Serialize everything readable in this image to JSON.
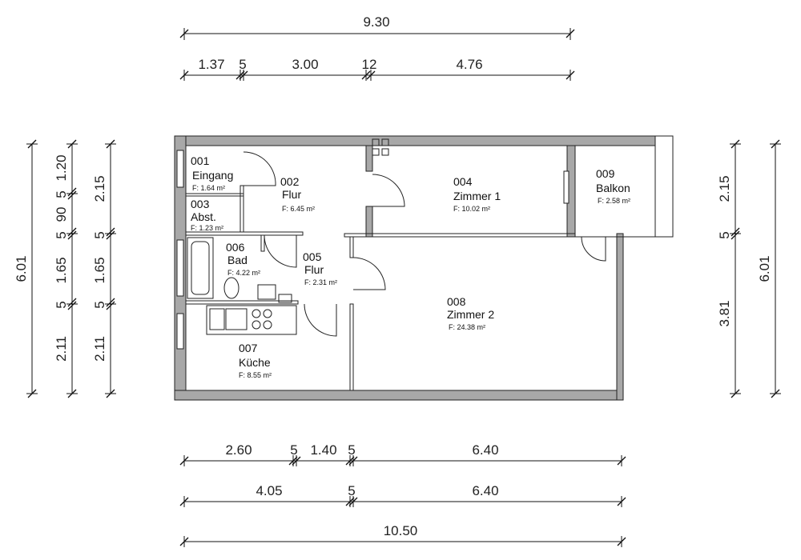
{
  "dimensions": {
    "top_total": "9.30",
    "top_segments": [
      "1.37",
      "5",
      "3.00",
      "12",
      "4.76"
    ],
    "bottom_row1": [
      "2.60",
      "5",
      "1.40",
      "5",
      "6.40"
    ],
    "bottom_row2": [
      "4.05",
      "5",
      "6.40"
    ],
    "bottom_total": "10.50",
    "left_total": "6.01",
    "left_col2": [
      "1.20",
      "5",
      "90",
      "5",
      "1.65",
      "5",
      "2.11"
    ],
    "left_col3": [
      "2.15",
      "5",
      "1.65",
      "5",
      "2.11"
    ],
    "right_col1": [
      "2.15",
      "5",
      "3.81"
    ],
    "right_total": "6.01"
  },
  "rooms": [
    {
      "num": "001",
      "name": "Eingang",
      "area": "F:  1.64  m²"
    },
    {
      "num": "002",
      "name": "Flur",
      "area": "F:  6.45  m²"
    },
    {
      "num": "003",
      "name": "Abst.",
      "area": "F:  1.23  m²"
    },
    {
      "num": "004",
      "name": "Zimmer 1",
      "area": "F:  10.02  m²"
    },
    {
      "num": "005",
      "name": "Flur",
      "area": "F:  2.31  m²"
    },
    {
      "num": "006",
      "name": "Bad",
      "area": "F:  4.22  m²"
    },
    {
      "num": "007",
      "name": "Küche",
      "area": "F:  8.55  m²"
    },
    {
      "num": "008",
      "name": "Zimmer 2",
      "area": "F:  24.38  m²"
    },
    {
      "num": "009",
      "name": "Balkon",
      "area": "F:  2.58  m²"
    }
  ]
}
